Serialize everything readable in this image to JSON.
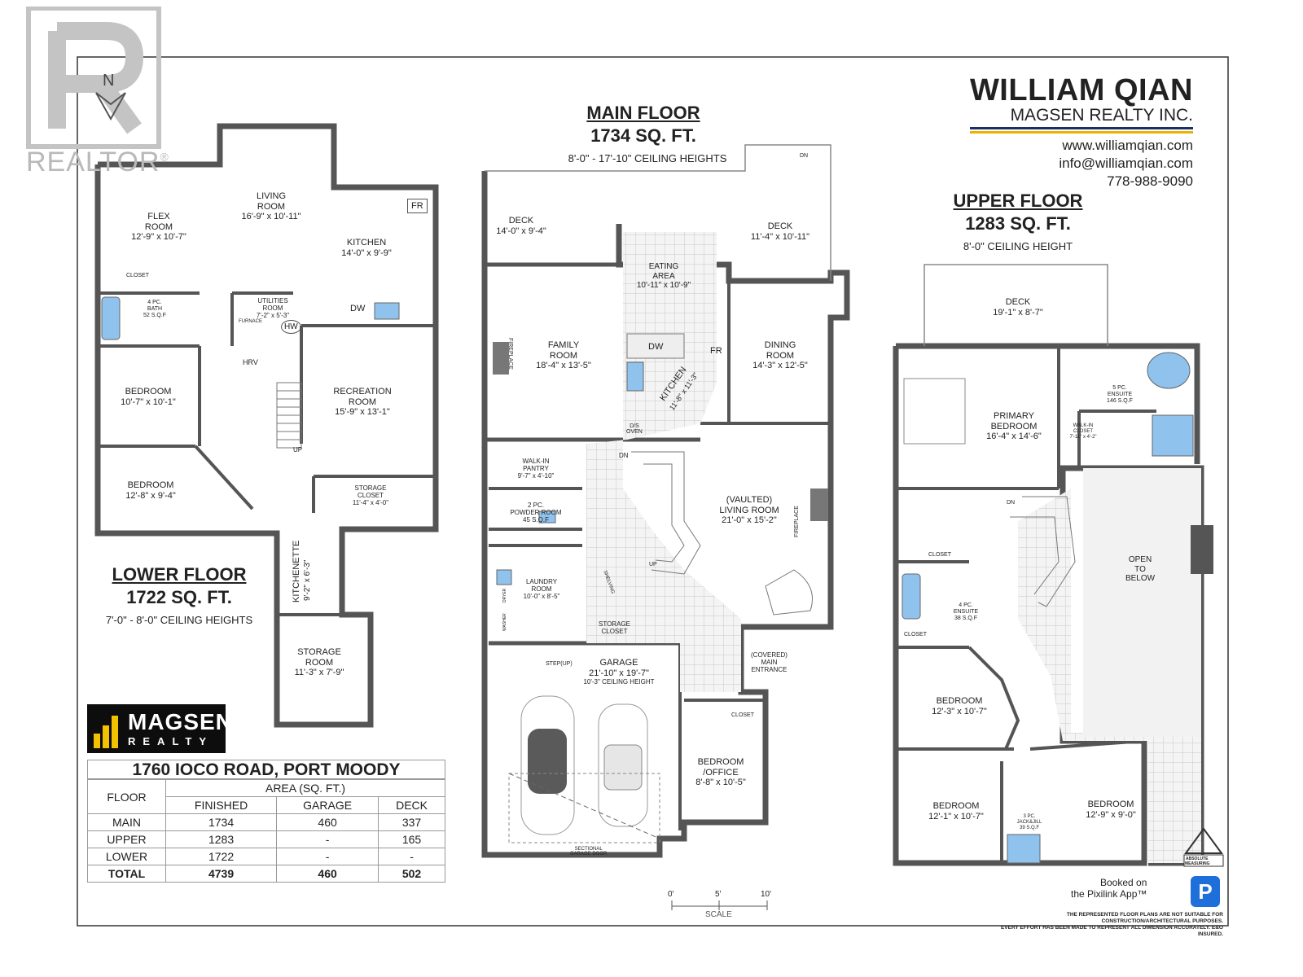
{
  "realtor_logo": {
    "text": "REALTOR",
    "reg": "®"
  },
  "compass": {
    "label": "N"
  },
  "brand": {
    "name": "WILLIAM QIAN",
    "company": "MAGSEN REALTY INC.",
    "website": "www.williamqian.com",
    "email": "info@williamqian.com",
    "phone": "778-988-9090",
    "line_colors": {
      "top": "#1c2d6b",
      "bottom": "#e8b400"
    }
  },
  "floors": {
    "main": {
      "title": "MAIN FLOOR",
      "area": "1734 SQ. FT.",
      "ceiling": "8'-0\" - 17'-10\" CEILING HEIGHTS"
    },
    "upper": {
      "title": "UPPER FLOOR",
      "area": "1283 SQ. FT.",
      "ceiling": "8'-0\" CEILING HEIGHT"
    },
    "lower": {
      "title": "LOWER FLOOR",
      "area": "1722 SQ. FT.",
      "ceiling": "7'-0\" - 8'-0\" CEILING HEIGHTS"
    }
  },
  "rooms_lower": [
    {
      "name": "FLEX\nROOM",
      "dim": "12'-9\" x 10'-7\""
    },
    {
      "name": "LIVING\nROOM",
      "dim": "16'-9\" x 10'-11\""
    },
    {
      "name": "KITCHEN",
      "dim": "14'-0\" x 9'-9\""
    },
    {
      "name": "UTILITIES\nROOM",
      "dim": "7'-2\" x 5'-3\""
    },
    {
      "name": "4 PC.\nBATH",
      "dim": "52 S.Q.F"
    },
    {
      "name": "BEDROOM",
      "dim": "10'-7\" x 10'-1\""
    },
    {
      "name": "RECREATION\nROOM",
      "dim": "15'-9\" x 13'-1\""
    },
    {
      "name": "BEDROOM",
      "dim": "12'-8\" x 9'-4\""
    },
    {
      "name": "STORAGE\nCLOSET",
      "dim": "11'-4\" x 4'-0\""
    },
    {
      "name": "STORAGE\nROOM",
      "dim": "11'-3\" x 7'-9\""
    }
  ],
  "rooms_main": [
    {
      "name": "DECK",
      "dim": "14'-0\" x 9'-4\""
    },
    {
      "name": "DECK",
      "dim": "11'-4\" x 10'-11\""
    },
    {
      "name": "EATING\nAREA",
      "dim": "10'-11\" x 10'-9\""
    },
    {
      "name": "FAMILY\nROOM",
      "dim": "18'-4\" x 13'-5\""
    },
    {
      "name": "DINING\nROOM",
      "dim": "14'-3\" x 12'-5\""
    },
    {
      "name": "WALK-IN\nPANTRY",
      "dim": "9'-7\" x 4'-10\""
    },
    {
      "name": "2 PC.\nPOWDER ROOM",
      "dim": "45 S.Q.F"
    },
    {
      "name": "(VAULTED)\nLIVING ROOM",
      "dim": "21'-0\" x 15'-2\""
    },
    {
      "name": "LAUNDRY\nROOM",
      "dim": "10'-0\" x 8'-5\""
    },
    {
      "name": "GARAGE",
      "dim": "21'-10\" x 19'-7\"",
      "extra": "10'-3\" CEILING HEIGHT"
    },
    {
      "name": "BEDROOM\n/OFFICE",
      "dim": "8'-8\" x 10'-5\""
    }
  ],
  "rooms_upper": [
    {
      "name": "DECK",
      "dim": "19'-1\" x 8'-7\""
    },
    {
      "name": "PRIMARY\nBEDROOM",
      "dim": "16'-4\" x 14'-6\""
    },
    {
      "name": "5 PC.\nENSUITE",
      "dim": "146 S.Q.F"
    },
    {
      "name": "WALK-IN\nCLOSET",
      "dim": "7'-11\" x 4'-2\""
    },
    {
      "name": "OPEN\nTO\nBELOW",
      "dim": ""
    },
    {
      "name": "4 PC.\nENSUITE",
      "dim": "38 S.Q.F"
    },
    {
      "name": "BEDROOM",
      "dim": "12'-3\" x 10'-7\""
    },
    {
      "name": "BEDROOM",
      "dim": "12'-1\" x 10'-7\""
    },
    {
      "name": "3 PC.\nJACK&JILL",
      "dim": "39 S.Q.F"
    },
    {
      "name": "BEDROOM",
      "dim": "12'-9\" x 9'-0\""
    }
  ],
  "small_labels": {
    "fr": "FR",
    "dw": "DW",
    "hw": "HW",
    "hrv": "HRV",
    "furnace": "FURNACE",
    "closet": "CLOSET",
    "dn": "DN",
    "up": "UP",
    "fireplace": "FIREPLACE",
    "kitchen_main": "KITCHEN",
    "kitchen_main_dim": "11'-8\" x 11'-3\"",
    "kitchenette": "KITCHENETTE",
    "kitchenette_dim": "9'-2\" x 6'-3\"",
    "ds_oven": "D/S\nOVEN",
    "storage_closet": "STORAGE\nCLOSET",
    "step": "STEP(UP)",
    "covered": "(COVERED)\nMAIN\nENTRANCE",
    "sectional": "SECTIONAL\nGARAGE DOOR",
    "shelving": "SHELVING",
    "dryer": "DRYER",
    "washer": "WASHER"
  },
  "scale": {
    "t0": "0'",
    "t5": "5'",
    "t10": "10'",
    "label": "SCALE"
  },
  "magsen_logo": {
    "line1": "MAGSEN",
    "line2": "REALTY"
  },
  "address": "1760 IOCO ROAD, PORT MOODY",
  "area_table": {
    "floor_header": "FLOOR",
    "area_header": "AREA (SQ. FT.)",
    "cols": [
      "FINISHED",
      "GARAGE",
      "DECK"
    ],
    "rows": [
      {
        "floor": "MAIN",
        "finished": "1734",
        "garage": "460",
        "deck": "337"
      },
      {
        "floor": "UPPER",
        "finished": "1283",
        "garage": "-",
        "deck": "165"
      },
      {
        "floor": "LOWER",
        "finished": "1722",
        "garage": "-",
        "deck": "-"
      }
    ],
    "total": {
      "floor": "TOTAL",
      "finished": "4739",
      "garage": "460",
      "deck": "502"
    }
  },
  "absolute_logo": {
    "line1": "ABSOLUTE",
    "line2": "MEASURING"
  },
  "pixilink": {
    "line1": "Booked on",
    "line2": "the Pixilink App™",
    "logo": "P"
  },
  "disclaimer": "THE REPRESENTED FLOOR PLANS ARE NOT SUITABLE FOR CONSTRUCTION/ARCHITECTURAL PURPOSES.\nEVERY EFFORT HAS BEEN MADE TO REPRESENT ALL DIMENSION ACCURATELY. E&O INSURED."
}
